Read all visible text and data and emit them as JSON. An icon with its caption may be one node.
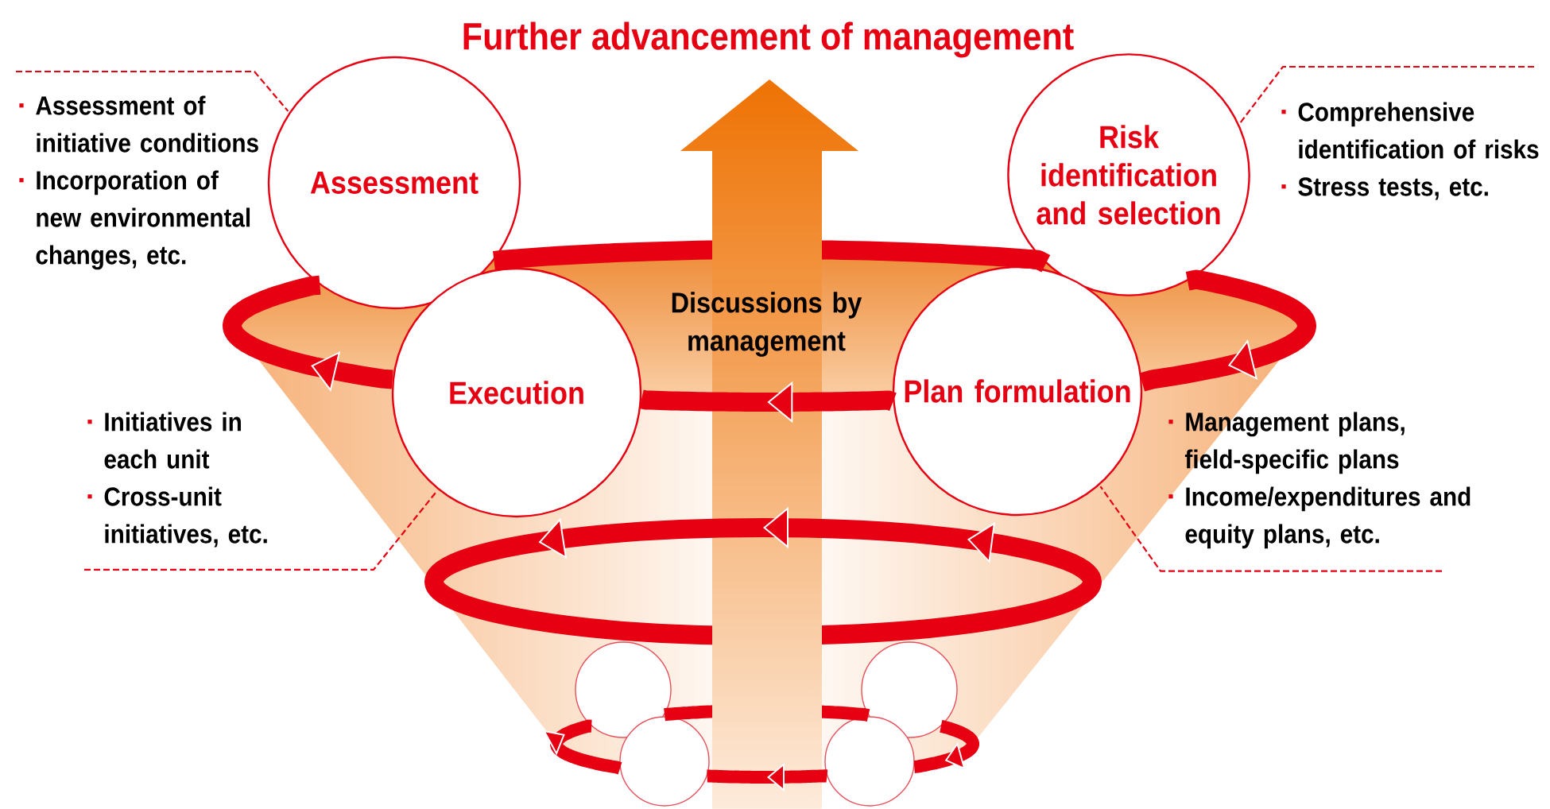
{
  "diagram": {
    "title": "Further advancement of management",
    "nodes": [
      {
        "text": [
          "Assessment"
        ]
      },
      {
        "text": [
          "Risk identification and selection"
        ]
      },
      {
        "text": [
          "Execution"
        ]
      },
      {
        "text": [
          "Plan formulation"
        ]
      },
      {
        "text": [
          "Assessment of initiative conditions",
          "Incorporation of new environmental changes, etc."
        ]
      },
      {
        "text": [
          "Comprehensive identification of risks",
          "Stress tests, etc."
        ]
      },
      {
        "text": [
          "Initiatives in each unit",
          "Cross-unit initiatives, etc."
        ]
      },
      {
        "text": [
          "Management plans, field-specific plans",
          "Income/expenditures and equity plans, etc."
        ]
      },
      {
        "text": [],
        "shape": "circle"
      },
      {
        "text": [],
        "shape": "circle"
      },
      {
        "text": [],
        "shape": "circle"
      },
      {
        "text": [],
        "shape": "circle"
      }
    ],
    "edges": [
      {
        "from": 1,
        "to": 3,
        "arrow": "to"
      },
      {
        "from": 3,
        "to": 2,
        "arrow": "to"
      },
      {
        "from": 2,
        "to": 0,
        "arrow": "to"
      },
      {
        "from": 0,
        "to": 1,
        "arrow": "none"
      },
      {
        "from": 4,
        "to": 0,
        "arrow": "none",
        "style": "dashed"
      },
      {
        "from": 5,
        "to": 1,
        "arrow": "none",
        "style": "dashed"
      },
      {
        "from": 6,
        "to": 2,
        "arrow": "none",
        "style": "dashed"
      },
      {
        "from": 7,
        "to": 3,
        "arrow": "none",
        "style": "dashed"
      },
      {
        "from": 9,
        "to": 11,
        "arrow": "to"
      },
      {
        "from": 11,
        "to": 10,
        "arrow": "to"
      },
      {
        "from": 10,
        "to": 8,
        "arrow": "to"
      },
      {
        "from": 8,
        "to": 9,
        "arrow": "none"
      }
    ],
    "labels": [
      "Discussions by management"
    ]
  }
}
